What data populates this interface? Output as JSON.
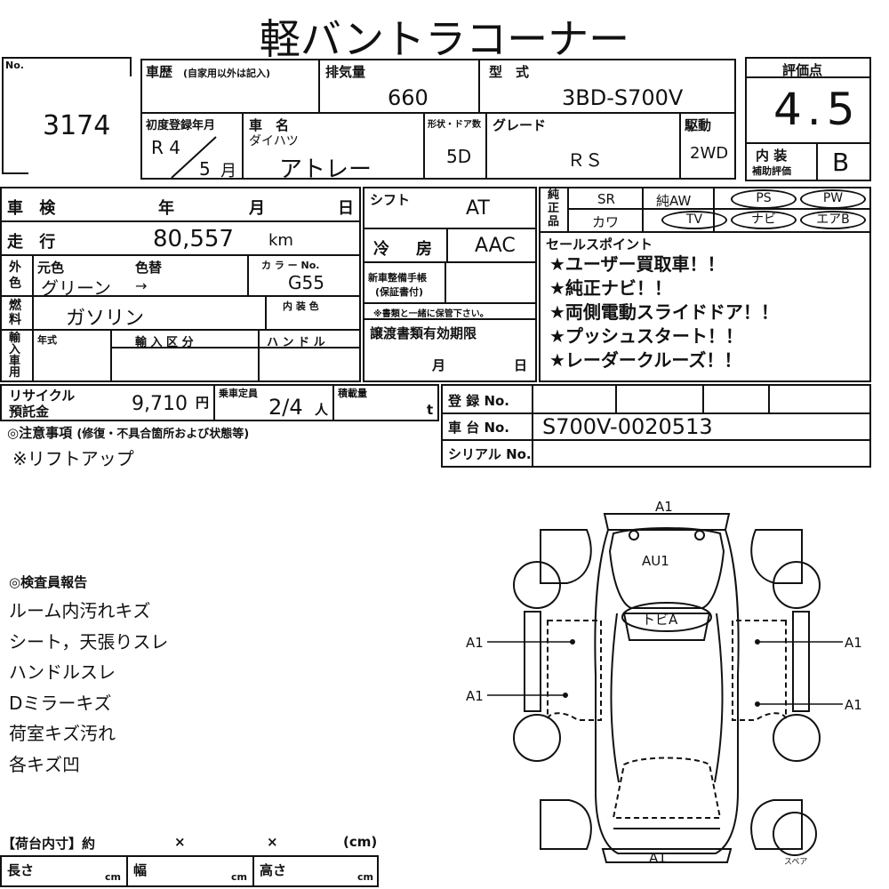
{
  "title": "軽バントラコーナー",
  "lot": {
    "no_label": "No.",
    "number": "3174"
  },
  "history": {
    "label": "車歴",
    "note": "(自家用以外は記入)"
  },
  "displacement": {
    "label": "排気量",
    "value": "660"
  },
  "model_type": {
    "label": "型　式",
    "value": "3BD-S700V"
  },
  "rating": {
    "label": "評価点",
    "value": "4.5",
    "interior_label": "内 装",
    "aux_label": "補助評価",
    "interior_value": "B"
  },
  "first_reg": {
    "label": "初度登録年月",
    "year": "R 4",
    "month": "5",
    "month_unit": "月"
  },
  "car_name": {
    "label": "車　名",
    "maker": "ダイハツ",
    "value": "アトレー"
  },
  "doors": {
    "label": "形状・ドア数",
    "value": "5D"
  },
  "grade": {
    "label": "グレード",
    "value": "ＲＳ"
  },
  "drive": {
    "label": "駆動",
    "value": "2WD"
  },
  "inspection": {
    "label": "車 検",
    "year": "年",
    "month": "月",
    "day": "日"
  },
  "shift": {
    "label": "シフト",
    "value": "AT"
  },
  "equipment": {
    "label": "純正品",
    "row1": [
      "SR",
      "純AW"
    ],
    "row2": [
      "カワ"
    ],
    "ovals1": [
      "PS",
      "PW"
    ],
    "ovals2": [
      "TV",
      "ナビ",
      "エアB"
    ]
  },
  "mileage": {
    "label": "走 行",
    "value": "80,557",
    "unit": "km"
  },
  "ac": {
    "label": "冷　房",
    "value": "AAC"
  },
  "sales_point": {
    "label": "セールスポイント",
    "items": [
      "★ユーザー買取車！！",
      "★純正ナビ！！",
      "★両側電動スライドドア！！",
      "★プッシュスタート！！",
      "★レーダークルーズ！！"
    ]
  },
  "color": {
    "side_label": "外色",
    "original_label": "元色",
    "repaint_label": "色替",
    "original_value": "グリーン",
    "arrow": "→",
    "code_label": "カ ラ ー No.",
    "code_value": "G55",
    "interior_label": "内 装 色"
  },
  "fuel": {
    "label": "燃料",
    "value": "ガソリン"
  },
  "warranty": {
    "label": "新車整備手帳",
    "label2": "(保証書付)",
    "note": "※書類と一緒に保管下さい。"
  },
  "import": {
    "label": "輸入車用",
    "year_label": "年式",
    "class_label": "輸 入 区 分",
    "handle_label": "ハ ン ド ル"
  },
  "transfer": {
    "label": "譲渡書類有効期限",
    "month": "月",
    "day": "日"
  },
  "recycle": {
    "label": "リサイクル",
    "label2": "預託金",
    "value": "9,710",
    "unit": "円"
  },
  "capacity": {
    "label": "乗車定員",
    "value": "2/4",
    "unit": "人"
  },
  "load": {
    "label": "積載量",
    "unit": "t"
  },
  "registration": {
    "label": "登 録 No.",
    "chassis_label": "車 台 No.",
    "chassis_value": "S700V-0020513",
    "serial_label": "シリアル No."
  },
  "notes": {
    "label": "◎注意事項",
    "sub": "(修復・不具合箇所および状態等)",
    "items": [
      "※リフトアップ"
    ]
  },
  "inspector": {
    "label": "◎検査員報告",
    "items": [
      "ルーム内汚れキズ",
      "シート，天張りスレ",
      "ハンドルスレ",
      "Dミラーキズ",
      "荷室キズ汚れ",
      "各キズ凹"
    ]
  },
  "cargo": {
    "label": "【荷台内寸】約",
    "x": "×",
    "unit": "(cm)",
    "length": "長さ",
    "width": "幅",
    "height": "高さ",
    "cm": "cm"
  },
  "diagram": {
    "front": "A1",
    "hood": "AU1",
    "roof": "トビA",
    "left_front": "A1",
    "left_rear": "A1",
    "right_front": "A1",
    "right_rear": "A1",
    "rear": "A1",
    "spare": "スペア"
  }
}
